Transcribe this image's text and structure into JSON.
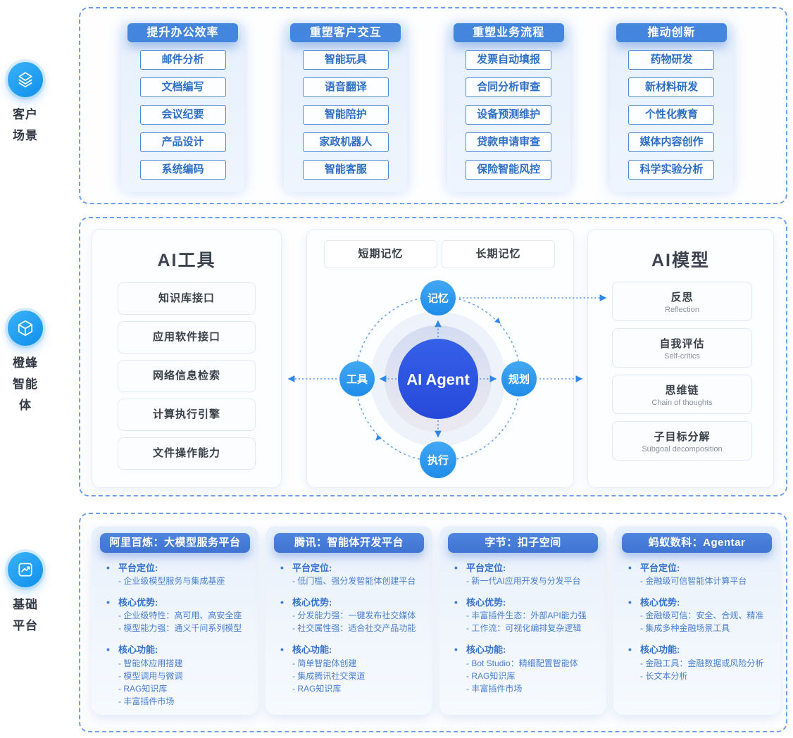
{
  "colors": {
    "accent_blue": "#4486de",
    "dashed_border": "#6fa0ee",
    "satellite_blue": "#2e9af0",
    "core_blue": "#2c55e2",
    "item_text_blue": "#2e6fc6",
    "card_text_blue": "#4a7fd0"
  },
  "sidebar": {
    "groups": [
      {
        "label": "客户场景",
        "icon": "layers-icon"
      },
      {
        "label": "橙蜂智能体",
        "icon": "cube-icon"
      },
      {
        "label": "基础平台",
        "icon": "chart-icon"
      }
    ]
  },
  "scenarios": {
    "columns": [
      {
        "header": "提升办公效率",
        "items": [
          "邮件分析",
          "文档编写",
          "会议纪要",
          "产品设计",
          "系统编码"
        ]
      },
      {
        "header": "重塑客户交互",
        "items": [
          "智能玩具",
          "语音翻译",
          "智能陪护",
          "家政机器人",
          "智能客服"
        ]
      },
      {
        "header": "重塑业务流程",
        "items": [
          "发票自动填报",
          "合同分析审查",
          "设备预测维护",
          "贷款申请审查",
          "保险智能风控"
        ]
      },
      {
        "header": "推动创新",
        "items": [
          "药物研发",
          "新材料研发",
          "个性化教育",
          "媒体内容创作",
          "科学实验分析"
        ]
      }
    ]
  },
  "agent_section": {
    "tools_panel": {
      "title": "AI工具",
      "items": [
        "知识库接口",
        "应用软件接口",
        "网络信息检索",
        "计算执行引擎",
        "文件操作能力"
      ]
    },
    "memory_boxes": [
      "短期记忆",
      "长期记忆"
    ],
    "hub": {
      "center": "AI Agent",
      "top": "记忆",
      "right": "规划",
      "bottom": "执行",
      "left": "工具"
    },
    "models_panel": {
      "title": "AI模型",
      "items": [
        {
          "zh": "反思",
          "en": "Reflection"
        },
        {
          "zh": "自我评估",
          "en": "Self-critics"
        },
        {
          "zh": "思维链",
          "en": "Chain of thoughts"
        },
        {
          "zh": "子目标分解",
          "en": "Subgoal decomposition"
        }
      ]
    }
  },
  "platforms": {
    "cards": [
      {
        "header": "阿里百炼：大模型服务平台",
        "sections": [
          {
            "title": "平台定位:",
            "items": [
              "- 企业级模型服务与集成基座"
            ]
          },
          {
            "title": "核心优势:",
            "items": [
              "- 企业级特性：高可用、高安全座",
              "- 模型能力强：通义千问系列模型"
            ]
          },
          {
            "title": "核心功能:",
            "items": [
              "- 智能体应用搭建",
              "- 模型调用与微调",
              "- RAG知识库",
              "- 丰富插件市场"
            ]
          }
        ]
      },
      {
        "header": "腾讯：智能体开发平台",
        "sections": [
          {
            "title": "平台定位:",
            "items": [
              "- 低门槛、强分发智能体创建平台"
            ]
          },
          {
            "title": "核心优势:",
            "items": [
              "- 分发能力强：一键发布社交媒体",
              "- 社交属性强：适合社交产品功能"
            ]
          },
          {
            "title": "核心功能:",
            "items": [
              "- 简单智能体创建",
              "- 集成腾讯社交渠道",
              "- RAG知识库"
            ]
          }
        ]
      },
      {
        "header": "字节：扣子空间",
        "sections": [
          {
            "title": "平台定位:",
            "items": [
              "- 新一代AI应用开发与分发平台"
            ]
          },
          {
            "title": "核心优势:",
            "items": [
              "- 丰富插件生态：外部API能力强",
              "- 工作流：可视化编排复杂逻辑"
            ]
          },
          {
            "title": "核心功能:",
            "items": [
              "- Bot Studio：精细配置智能体",
              "- RAG知识库",
              "- 丰富插件市场"
            ]
          }
        ]
      },
      {
        "header": "蚂蚁数科：Agentar",
        "sections": [
          {
            "title": "平台定位:",
            "items": [
              "- 金融级可信智能体计算平台"
            ]
          },
          {
            "title": "核心优势:",
            "items": [
              "- 金融级可信：安全、合规、精准",
              "- 集成多种金融场景工具"
            ]
          },
          {
            "title": "核心功能:",
            "items": [
              "- 金融工具：金融数据或风险分析",
              "- 长文本分析"
            ]
          }
        ]
      }
    ]
  }
}
